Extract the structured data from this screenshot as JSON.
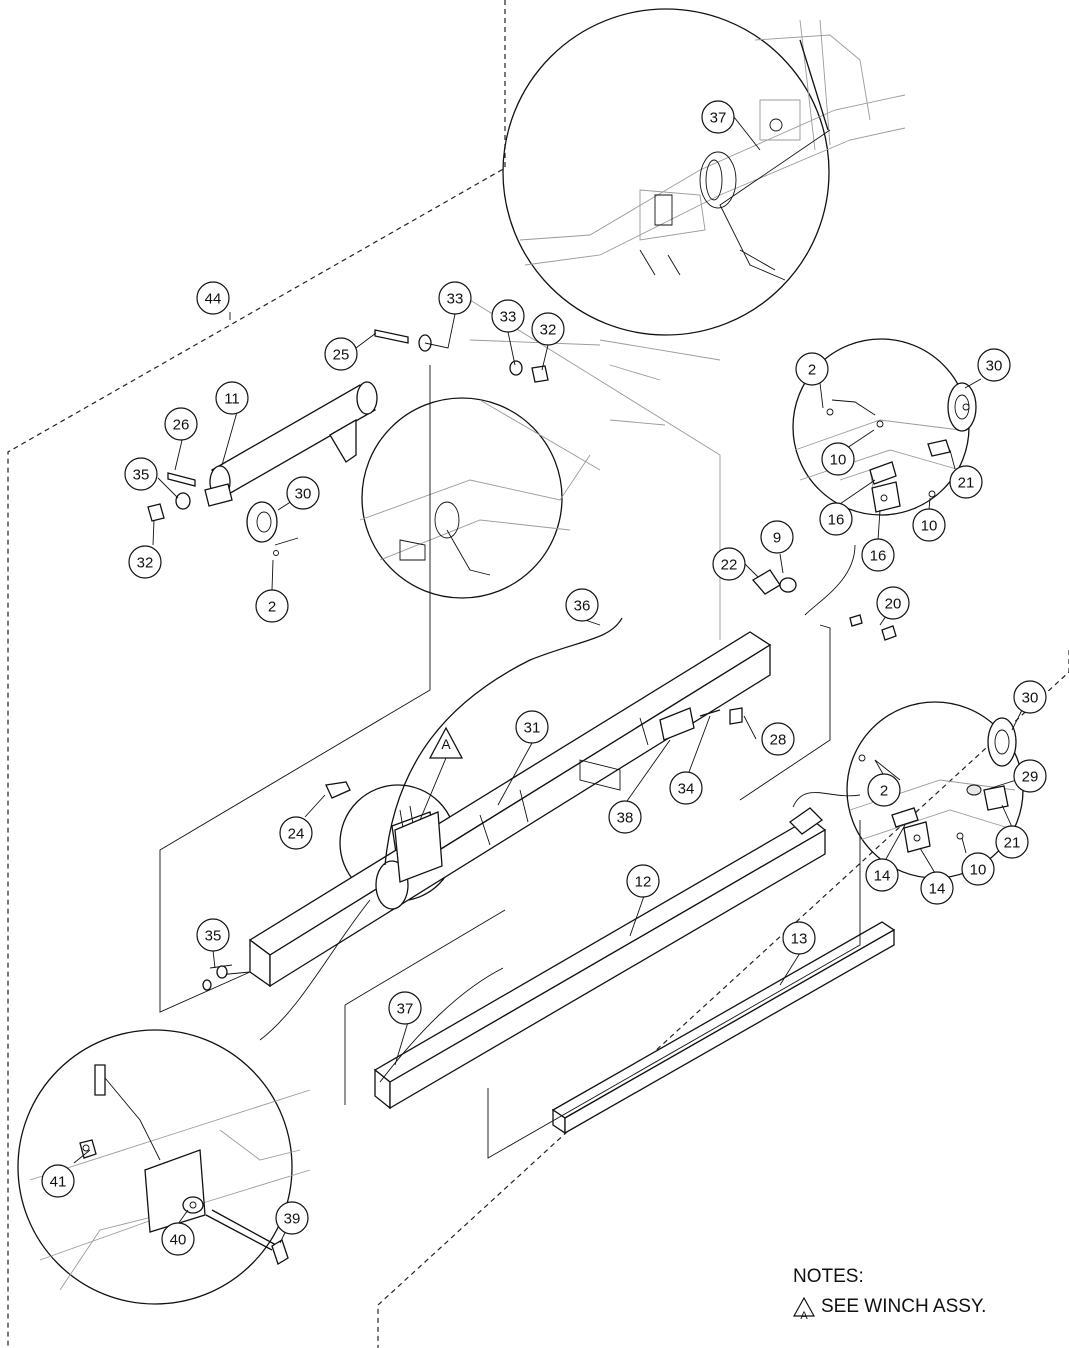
{
  "notes": {
    "heading": "NOTES:",
    "note_symbol": "A",
    "note_text": "SEE WINCH ASSY."
  },
  "winch_marker": "A",
  "balloons": [
    {
      "id": "b44",
      "label": "44"
    },
    {
      "id": "b33a",
      "label": "33"
    },
    {
      "id": "b33b",
      "label": "33"
    },
    {
      "id": "b32a",
      "label": "32"
    },
    {
      "id": "b25",
      "label": "25"
    },
    {
      "id": "b11",
      "label": "11"
    },
    {
      "id": "b26",
      "label": "26"
    },
    {
      "id": "b35a",
      "label": "35"
    },
    {
      "id": "b30a",
      "label": "30"
    },
    {
      "id": "b32b",
      "label": "32"
    },
    {
      "id": "b2a",
      "label": "2"
    },
    {
      "id": "b37a",
      "label": "37"
    },
    {
      "id": "b2b",
      "label": "2"
    },
    {
      "id": "b30b",
      "label": "30"
    },
    {
      "id": "b10a",
      "label": "10"
    },
    {
      "id": "b21a",
      "label": "21"
    },
    {
      "id": "b16a",
      "label": "16"
    },
    {
      "id": "b16b",
      "label": "16"
    },
    {
      "id": "b10b",
      "label": "10"
    },
    {
      "id": "b9",
      "label": "9"
    },
    {
      "id": "b22",
      "label": "22"
    },
    {
      "id": "b20",
      "label": "20"
    },
    {
      "id": "b36",
      "label": "36"
    },
    {
      "id": "b31",
      "label": "31"
    },
    {
      "id": "b28",
      "label": "28"
    },
    {
      "id": "b34",
      "label": "34"
    },
    {
      "id": "b38",
      "label": "38"
    },
    {
      "id": "b24",
      "label": "24"
    },
    {
      "id": "b30c",
      "label": "30"
    },
    {
      "id": "b29",
      "label": "29"
    },
    {
      "id": "b2c",
      "label": "2"
    },
    {
      "id": "b21b",
      "label": "21"
    },
    {
      "id": "b10c",
      "label": "10"
    },
    {
      "id": "b14a",
      "label": "14"
    },
    {
      "id": "b14b",
      "label": "14"
    },
    {
      "id": "b12",
      "label": "12"
    },
    {
      "id": "b13",
      "label": "13"
    },
    {
      "id": "b35b",
      "label": "35"
    },
    {
      "id": "b37b",
      "label": "37"
    },
    {
      "id": "b41",
      "label": "41"
    },
    {
      "id": "b39",
      "label": "39"
    },
    {
      "id": "b40",
      "label": "40"
    }
  ]
}
